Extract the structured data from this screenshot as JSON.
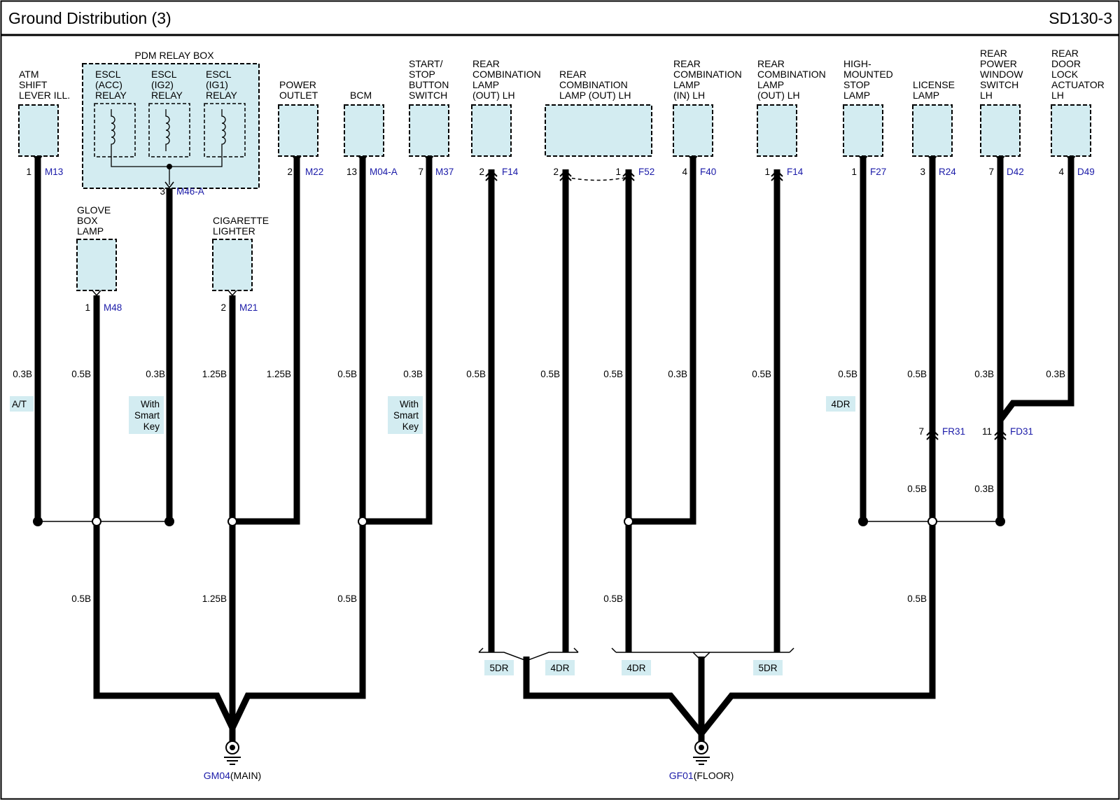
{
  "title": "Ground Distribution (3)",
  "code": "SD130-3",
  "colors": {
    "component_fill": "#d3ecf1",
    "connector_text": "#1a1aa8",
    "wire": "#000000"
  },
  "pdm_relay_box": {
    "title": "PDM RELAY BOX",
    "relays": [
      {
        "lines": [
          "ESCL",
          "(ACC)",
          "RELAY"
        ]
      },
      {
        "lines": [
          "ESCL",
          "(IG2)",
          "RELAY"
        ]
      },
      {
        "lines": [
          "ESCL",
          "(IG1)",
          "RELAY"
        ]
      }
    ],
    "pin": "3",
    "connector": "M46-A",
    "wire": "0.3B",
    "option": [
      "With",
      "Smart",
      "Key"
    ]
  },
  "components": [
    {
      "id": "atm",
      "lines": [
        "ATM",
        "SHIFT",
        "LEVER ILL."
      ],
      "pin": "1",
      "connector": "M13",
      "wire": "0.3B",
      "option": [
        "A/T"
      ]
    },
    {
      "id": "glove",
      "lines": [
        "GLOVE",
        "BOX",
        "LAMP"
      ],
      "pin": "1",
      "connector": "M48",
      "wire": "0.5B"
    },
    {
      "id": "cigar",
      "lines": [
        "CIGARETTE",
        "LIGHTER"
      ],
      "pin": "2",
      "connector": "M21",
      "wire": "1.25B"
    },
    {
      "id": "power",
      "lines": [
        "POWER",
        "OUTLET"
      ],
      "pin": "2",
      "connector": "M22",
      "wire": "1.25B"
    },
    {
      "id": "bcm",
      "lines": [
        "BCM"
      ],
      "pin": "13",
      "connector": "M04-A",
      "wire": "0.5B"
    },
    {
      "id": "start",
      "lines": [
        "START/",
        "STOP",
        "BUTTON",
        "SWITCH"
      ],
      "pin": "7",
      "connector": "M37",
      "wire": "0.3B",
      "option": [
        "With",
        "Smart",
        "Key"
      ]
    },
    {
      "id": "rcl1",
      "lines": [
        "REAR",
        "COMBINATION",
        "LAMP",
        "(OUT) LH"
      ],
      "pin": "2",
      "connector": "F14",
      "wire": "0.5B",
      "bottom": "5DR"
    },
    {
      "id": "rcl2",
      "lines": [
        "REAR",
        "COMBINATION",
        "LAMP (OUT) LH"
      ],
      "pin_left": "2",
      "pin": "1",
      "connector": "F52",
      "wire": "0.5B",
      "wire_b": "0.5B",
      "bottom": "4DR",
      "bottom_b": "4DR"
    },
    {
      "id": "rclin",
      "lines": [
        "REAR",
        "COMBINATION",
        "LAMP",
        "(IN) LH"
      ],
      "pin": "4",
      "connector": "F40",
      "wire": "0.3B"
    },
    {
      "id": "rcl3",
      "lines": [
        "REAR",
        "COMBINATION",
        "LAMP",
        "(OUT) LH"
      ],
      "pin": "1",
      "connector": "F14",
      "wire": "0.5B",
      "bottom": "5DR"
    },
    {
      "id": "hms",
      "lines": [
        "HIGH-",
        "MOUNTED",
        "STOP",
        "LAMP"
      ],
      "pin": "1",
      "connector": "F27",
      "wire": "0.5B",
      "option": [
        "4DR"
      ]
    },
    {
      "id": "license",
      "lines": [
        "LICENSE",
        "LAMP"
      ],
      "pin": "3",
      "connector": "R24",
      "wire": "0.5B",
      "inline_pin": "7",
      "inline_connector": "FR31",
      "inline_wire": "0.5B"
    },
    {
      "id": "rpw",
      "lines": [
        "REAR",
        "POWER",
        "WINDOW",
        "SWITCH",
        "LH"
      ],
      "pin": "7",
      "connector": "D42",
      "wire": "0.3B",
      "inline_pin": "11",
      "inline_connector": "FD31",
      "inline_wire": "0.3B"
    },
    {
      "id": "rdl",
      "lines": [
        "REAR",
        "DOOR",
        "LOCK",
        "ACTUATOR",
        "LH"
      ],
      "pin": "4",
      "connector": "D49",
      "wire": "0.3B"
    }
  ],
  "trunk_wires": {
    "glove": "0.5B",
    "cigar": "1.25B",
    "bcm": "0.5B",
    "rcl2": "0.5B",
    "license": "0.5B"
  },
  "grounds": [
    {
      "id": "GM04",
      "name": "(MAIN)"
    },
    {
      "id": "GF01",
      "name": "(FLOOR)"
    }
  ]
}
